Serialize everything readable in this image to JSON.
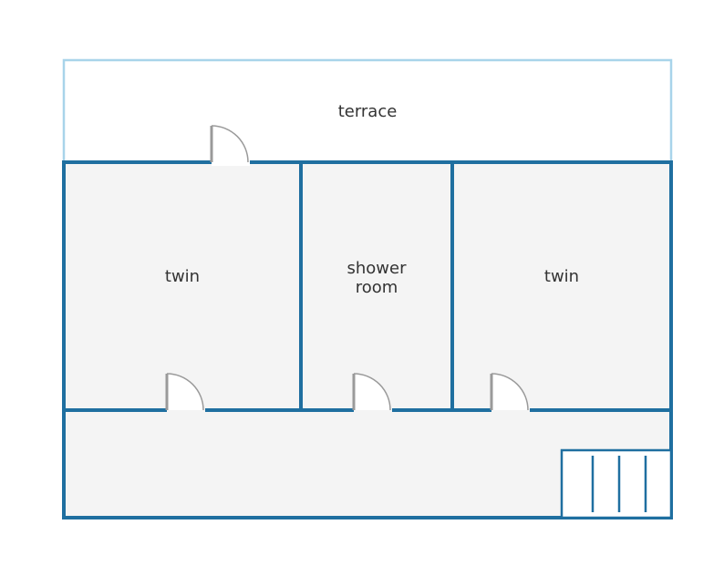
{
  "rooms": {
    "terrace": {
      "label": "terrace"
    },
    "twin_left": {
      "label": "twin"
    },
    "shower_room": {
      "label_line1": "shower",
      "label_line2": "room"
    },
    "twin_right": {
      "label": "twin"
    }
  },
  "colors": {
    "wall": "#1f6fa0",
    "terrace_wall": "#a8d4ea",
    "floor": "#f4f4f4",
    "door": "#9a9a9a",
    "door_fill": "#ffffff",
    "text": "#333333"
  }
}
